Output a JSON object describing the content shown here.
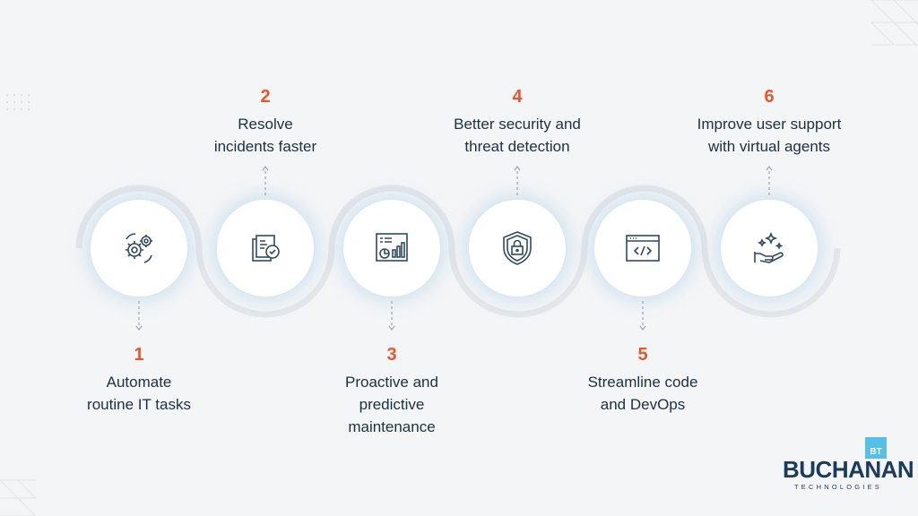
{
  "steps": [
    {
      "number": "1",
      "line1": "Automate",
      "line2": "routine IT tasks",
      "line3": "",
      "icon": "gears-icon"
    },
    {
      "number": "2",
      "line1": "Resolve",
      "line2": "incidents faster",
      "line3": "",
      "icon": "documents-check-icon"
    },
    {
      "number": "3",
      "line1": "Proactive and",
      "line2": "predictive",
      "line3": "maintenance",
      "icon": "dashboard-chart-icon"
    },
    {
      "number": "4",
      "line1": "Better security and",
      "line2": "threat detection",
      "line3": "",
      "icon": "shield-lock-icon"
    },
    {
      "number": "5",
      "line1": "Streamline code",
      "line2": "and DevOps",
      "line3": "",
      "icon": "code-window-icon"
    },
    {
      "number": "6",
      "line1": "Improve user support",
      "line2": "with virtual agents",
      "line3": "",
      "icon": "hand-stars-icon"
    }
  ],
  "logo": {
    "mark": "BT",
    "name": "BUCHANAN",
    "tagline": "TECHNOLOGIES"
  },
  "colors": {
    "accent": "#e8562a",
    "text": "#1e3040",
    "icon": "#2f4a60",
    "logo": "#1b3a5c",
    "logo_mark": "#55bfe8",
    "background": "#f4f5f7"
  }
}
